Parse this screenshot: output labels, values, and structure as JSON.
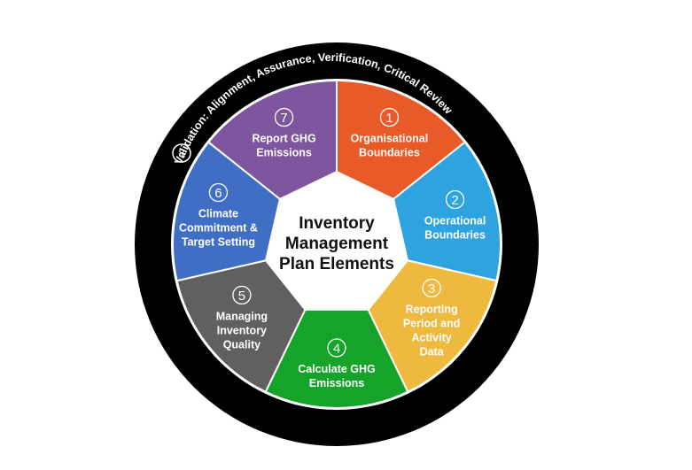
{
  "center": {
    "title_lines": [
      "Inventory",
      "Management",
      "Plan Elements"
    ]
  },
  "outer_ring": {
    "number": "8",
    "label": "Validation: Alignment, Assurance, Verification, Critical Review"
  },
  "segments": [
    {
      "number": "1",
      "label_lines": [
        "Organisational",
        "Boundaries"
      ],
      "color": "#E85A28"
    },
    {
      "number": "2",
      "label_lines": [
        "Operational",
        "Boundaries"
      ],
      "color": "#2EA3E0"
    },
    {
      "number": "3",
      "label_lines": [
        "Reporting",
        "Period and",
        "Activity",
        "Data"
      ],
      "color": "#EDB93E"
    },
    {
      "number": "4",
      "label_lines": [
        "Calculate GHG",
        "Emissions"
      ],
      "color": "#16A32A"
    },
    {
      "number": "5",
      "label_lines": [
        "Managing",
        "Inventory",
        "Quality"
      ],
      "color": "#606060"
    },
    {
      "number": "6",
      "label_lines": [
        "Climate",
        "Commitment &",
        "Target Setting"
      ],
      "color": "#3F6EC4"
    },
    {
      "number": "7",
      "label_lines": [
        "Report GHG",
        "Emissions"
      ],
      "color": "#7E559E"
    }
  ],
  "colors": {
    "ring": "#000000",
    "separator": "#ffffff",
    "center_fill": "#ffffff",
    "center_text": "#111111"
  }
}
